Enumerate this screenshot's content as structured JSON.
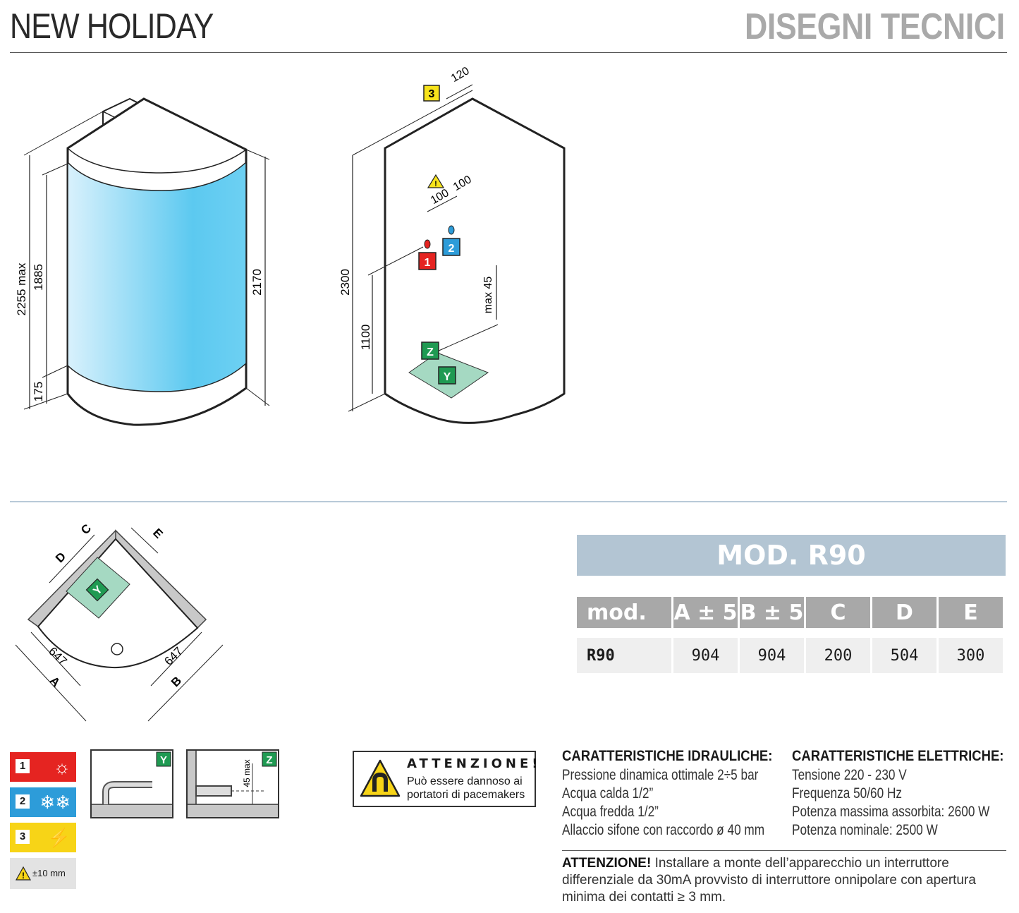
{
  "header": {
    "title": "NEW HOLIDAY",
    "section": "DISEGNI TECNICI"
  },
  "drawing1": {
    "dims": {
      "overall": "2255 max",
      "glass": "1885",
      "base": "175",
      "right": "2170"
    }
  },
  "drawing2": {
    "dims": {
      "top": "120",
      "height": "2300",
      "spacing1": "100",
      "spacing2": "100",
      "inlet_height": "1100",
      "drain_max": "max 45"
    },
    "labels": {
      "one": "1",
      "two": "2",
      "three": "3",
      "z": "Z",
      "y": "Y"
    }
  },
  "plan": {
    "labels": {
      "c": "C",
      "d": "D",
      "e": "E",
      "y": "Y",
      "a": "A",
      "b": "B",
      "dim_a": "647",
      "dim_b": "647"
    }
  },
  "model": {
    "banner": "MOD. R90",
    "headers": [
      "mod.",
      "A ± 5",
      "B ± 5",
      "C",
      "D",
      "E"
    ],
    "rows": [
      [
        "R90",
        "904",
        "904",
        "200",
        "504",
        "300"
      ]
    ]
  },
  "legend": {
    "items": [
      {
        "num": "1",
        "icon": "hot-water-icon",
        "color": "#e52421"
      },
      {
        "num": "2",
        "icon": "cold-water-icon",
        "color": "#2d9cd9"
      },
      {
        "num": "3",
        "icon": "electric-plug-icon",
        "color": "#f7d417"
      }
    ],
    "tolerance": "±10 mm",
    "y_label": "Y",
    "z_label": "Z",
    "z_dim": "45 max"
  },
  "warning": {
    "title": "ATTENZIONE!",
    "text_line1": "Può essere dannoso ai",
    "text_line2": "portatori di pacemakers"
  },
  "hydraulic": {
    "heading": "CARATTERISTICHE IDRAULICHE:",
    "lines": [
      "Pressione dinamica ottimale 2÷5 bar",
      "Acqua calda 1/2”",
      "Acqua fredda 1/2”",
      "Allaccio sifone con raccordo ø 40 mm"
    ]
  },
  "electrical": {
    "heading": "CARATTERISTICHE ELETTRICHE:",
    "lines": [
      "Tensione 220 - 230 V",
      "Frequenza 50/60 Hz",
      "Potenza massima assorbita: 2600 W",
      "Potenza nominale: 2500 W"
    ]
  },
  "notice": {
    "label": "ATTENZIONE!",
    "text": " Installare a monte dell’apparecchio un interruttore differenziale da 30mA provvisto di interruttore onnipolare con apertura minima dei contatti ≥ 3 mm."
  }
}
